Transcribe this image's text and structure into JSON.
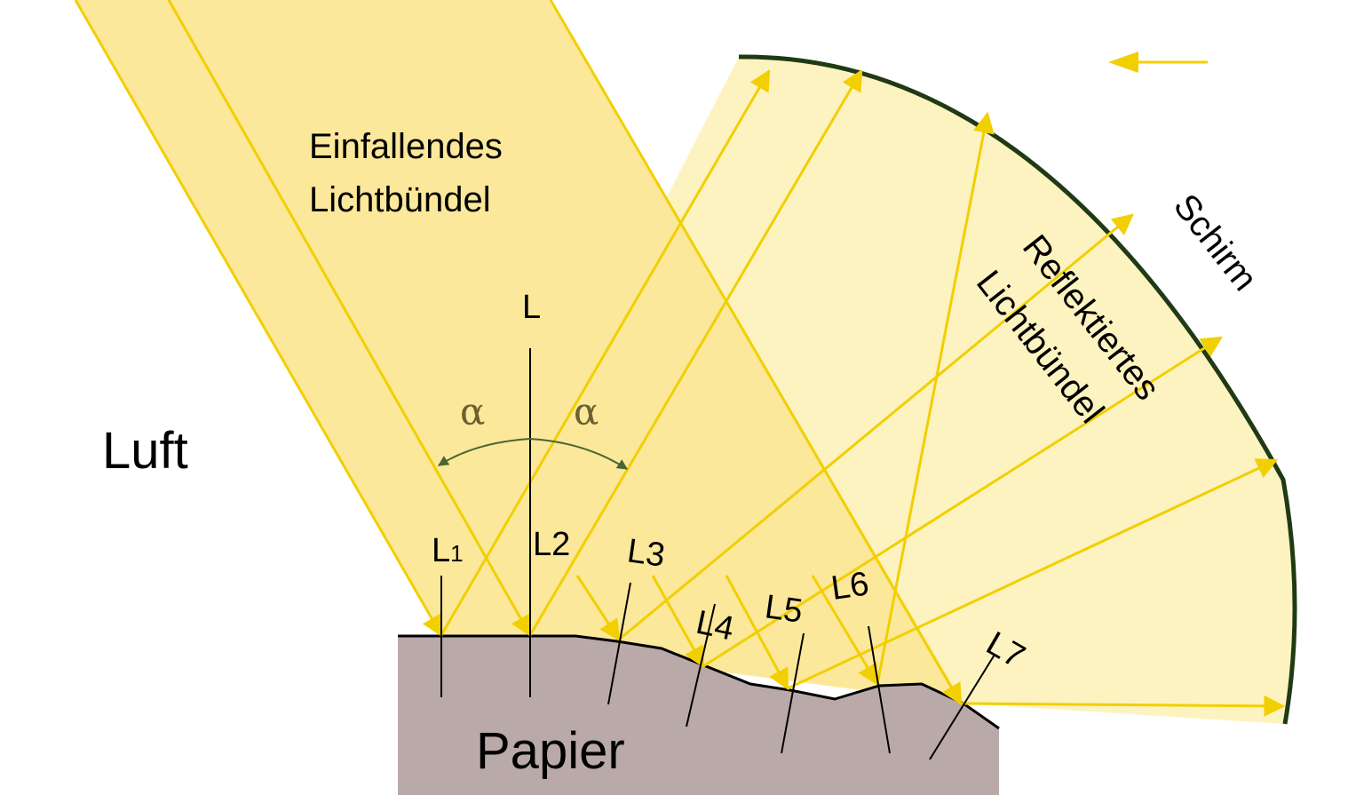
{
  "labels": {
    "incident_line1": "Einfallendes",
    "incident_line2": "Lichtbündel",
    "reflected_line1": "Reflektiertes",
    "reflected_line2": "Lichtbündel",
    "screen": "Schirm",
    "air": "Luft",
    "paper": "Papier",
    "normal_main": "L",
    "alpha_left": "α",
    "alpha_right": "α"
  },
  "normals": [
    {
      "base": "L",
      "sub": "1"
    },
    {
      "base": "L2",
      "sub": ""
    },
    {
      "base": "L3",
      "sub": ""
    },
    {
      "base": "L4",
      "sub": ""
    },
    {
      "base": "L5",
      "sub": ""
    },
    {
      "base": "L6",
      "sub": ""
    },
    {
      "base": "L7",
      "sub": ""
    }
  ],
  "colors": {
    "beam_fill": "#fbe89a",
    "reflected_fill": "#fdf3c0",
    "ray": "#f2cf00",
    "paper": "#baa9a9",
    "screen": "#1f3a15",
    "alpha_text": "#6b6030",
    "arc": "#4a6530"
  },
  "icons": {
    "direction_arrow": "left-arrow-icon"
  }
}
